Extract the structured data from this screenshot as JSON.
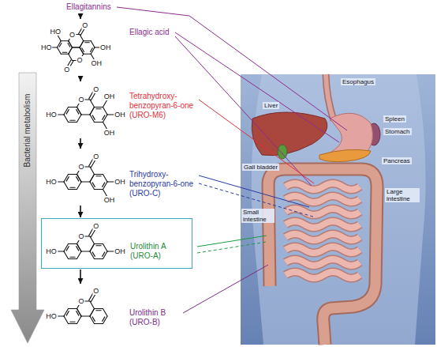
{
  "diagram": {
    "nodes": [
      {
        "text": [
          "Ellagitannins"
        ]
      },
      {
        "text": [
          "Ellagic acid"
        ]
      },
      {
        "text": [
          "Tetrahydroxy- benzopyran-6-one (URO-M6)"
        ]
      },
      {
        "text": [
          "Trihydroxy- benzopyran-6-one (URO-C)"
        ]
      },
      {
        "text": [
          "Urolithin A (URO-A)"
        ]
      },
      {
        "text": [
          "Urolithin B (URO-B)"
        ]
      }
    ],
    "edges": [
      {
        "from": 0,
        "to": 1,
        "arrow": "to"
      },
      {
        "from": 1,
        "to": 2,
        "arrow": "to"
      },
      {
        "from": 2,
        "to": 3,
        "arrow": "to"
      },
      {
        "from": 3,
        "to": 4,
        "arrow": "to"
      },
      {
        "from": 4,
        "to": 5,
        "arrow": "to"
      }
    ],
    "labels": [
      "Bacterial metabolism",
      "Esophagus",
      "Liver",
      "Spleen",
      "Stomach",
      "Gall bladder",
      "Pancreas",
      "Small intestine",
      "Large intestine",
      "O",
      "O",
      "HO",
      "HO",
      "OH",
      "OH",
      "O",
      "O",
      "O",
      "O",
      "HO",
      "OH",
      "OH",
      "OH",
      "O",
      "O",
      "HO",
      "OH",
      "OH",
      "O",
      "O",
      "HO",
      "OH",
      "O",
      "O",
      "HO"
    ]
  }
}
